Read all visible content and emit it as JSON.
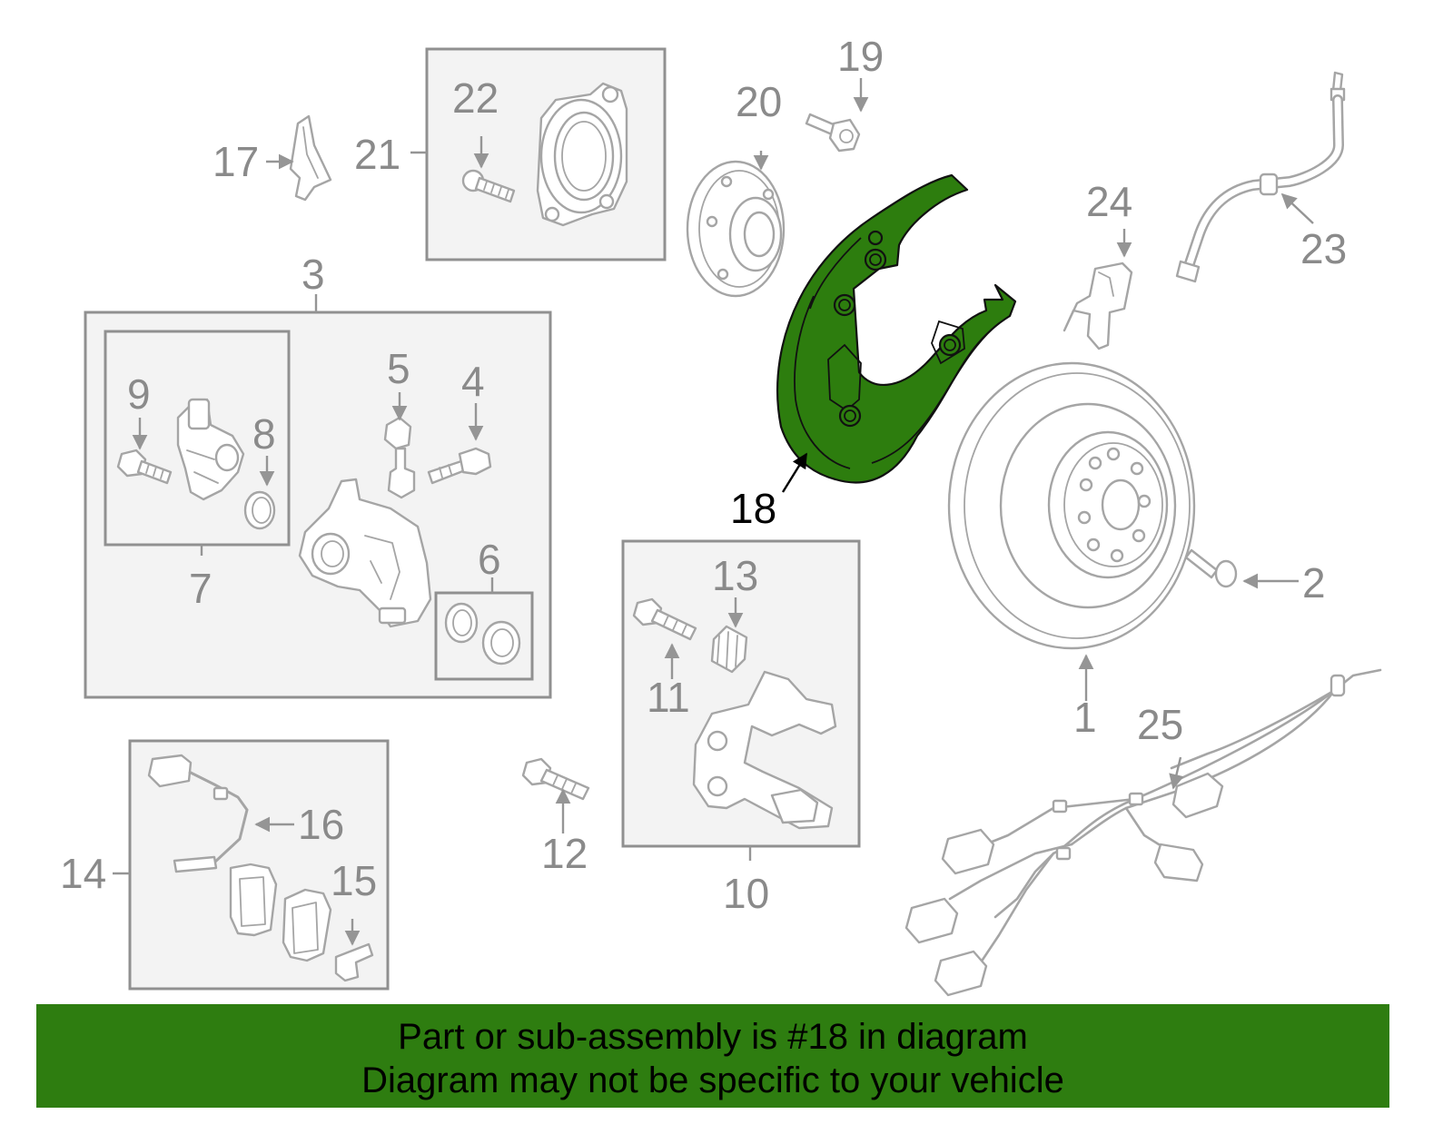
{
  "callouts": {
    "n1": "1",
    "n2": "2",
    "n3": "3",
    "n4": "4",
    "n5": "5",
    "n6": "6",
    "n7": "7",
    "n8": "8",
    "n9": "9",
    "n10": "10",
    "n11": "11",
    "n12": "12",
    "n13": "13",
    "n14": "14",
    "n15": "15",
    "n16": "16",
    "n17": "17",
    "n18": "18",
    "n19": "19",
    "n20": "20",
    "n21": "21",
    "n22": "22",
    "n23": "23",
    "n24": "24",
    "n25": "25"
  },
  "highlight": {
    "part_number": "18",
    "color": "#2d7d0e"
  },
  "banner": {
    "line1": "Part or sub-assembly is #18 in diagram",
    "line2": "Diagram may not be specific to your vehicle",
    "background": "#2e7d10"
  }
}
